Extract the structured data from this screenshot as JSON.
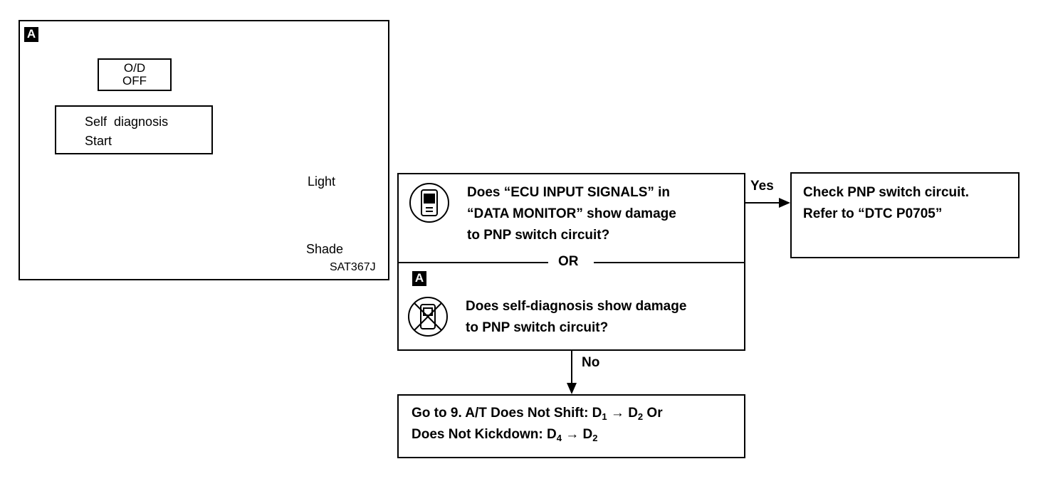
{
  "figure": {
    "badge": "A",
    "lamp_line1": "O/D",
    "lamp_line2": "OFF",
    "self_diag_line1": "Self  diagnosis",
    "self_diag_line2": "Start",
    "light_label": "Light",
    "shade_label": "Shade",
    "figure_code": "SAT367J"
  },
  "flow": {
    "question_top": "Does “ECU INPUT SIGNALS” in\n“DATA MONITOR” show damage\nto PNP switch circuit?",
    "or_label": "OR",
    "badge": "A",
    "question_bottom": "Does self-diagnosis show damage\nto PNP switch circuit?",
    "yes_label": "Yes",
    "no_label": "No",
    "yes_result": "Check PNP switch circuit.\nRefer to “DTC P0705”",
    "no_result_line1_a": "Go to 9. A/T Does Not Shift: D",
    "no_result_line1_sub1": "1",
    "no_result_line1_arrow": " → D",
    "no_result_line1_sub2": "2",
    "no_result_line1_b": " Or",
    "no_result_line2_a": "Does Not Kickdown: D",
    "no_result_line2_sub1": "4",
    "no_result_line2_arrow": " → D",
    "no_result_line2_sub2": "2"
  }
}
